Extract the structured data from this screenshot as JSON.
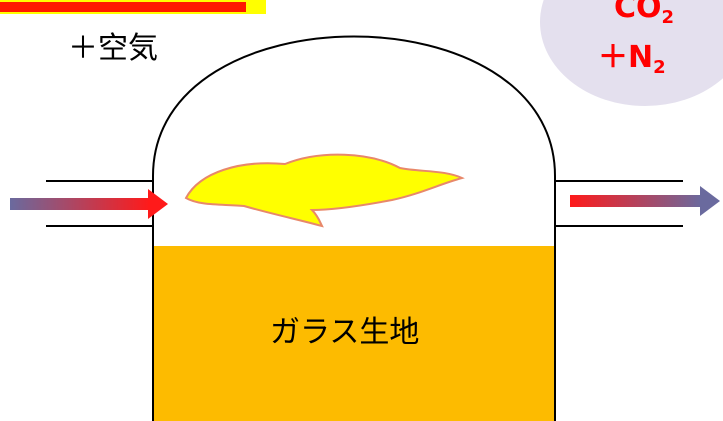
{
  "labels": {
    "fuel_top": "",
    "air": "＋空気",
    "exhaust_line1_main": "CO",
    "exhaust_line1_sub": "2",
    "exhaust_line2_main": "＋N",
    "exhaust_line2_sub": "2",
    "melt": "ガラス生地"
  },
  "colors": {
    "melt": "#FDBB00",
    "flame_fill": "#FFFF00",
    "flame_stroke": "#E8886A",
    "exhaust_bubble": "#E4E0EE",
    "exhaust_text": "#FF0000",
    "highlight_box": "#FFFF00",
    "arrow_start": "#6A6A9E",
    "arrow_end": "#FF1A1A",
    "outline": "#000000"
  }
}
